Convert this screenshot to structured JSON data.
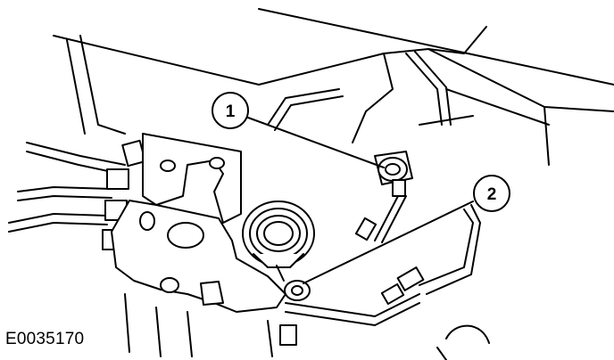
{
  "callouts": [
    {
      "label": "1"
    },
    {
      "label": "2"
    }
  ],
  "figure_id": "E0035170"
}
